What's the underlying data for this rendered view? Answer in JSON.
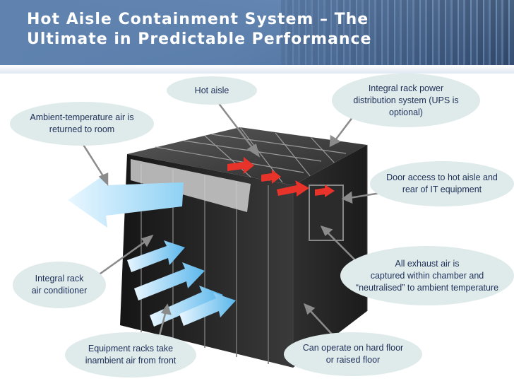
{
  "title": {
    "line1": "Hot Aisle Containment System – The",
    "line2": "Ultimate in Predictable Performance"
  },
  "labels": {
    "hot_aisle": "Hot aisle",
    "power": "Integral rack power\ndistribution system (UPS is\noptional)",
    "ambient": "Ambient-temperature air is\nreturned to room",
    "door": "Door access to hot aisle and\nrear of IT equipment",
    "exhaust": "All exhaust air is\ncaptured within chamber and\n“neutralised” to ambient temperature",
    "aircon": "Integral rack\nair conditioner",
    "racks": "Equipment racks take\ninambient air from front",
    "floor": "Can operate on hard floor\nor raised floor"
  },
  "colors": {
    "bubble": "#dfeaea",
    "bubble_text": "#1d2f57",
    "hot_arrow": "#e8332b",
    "cool_arrow": "#7fc8f0",
    "enclosure": "#2c2c2c"
  }
}
